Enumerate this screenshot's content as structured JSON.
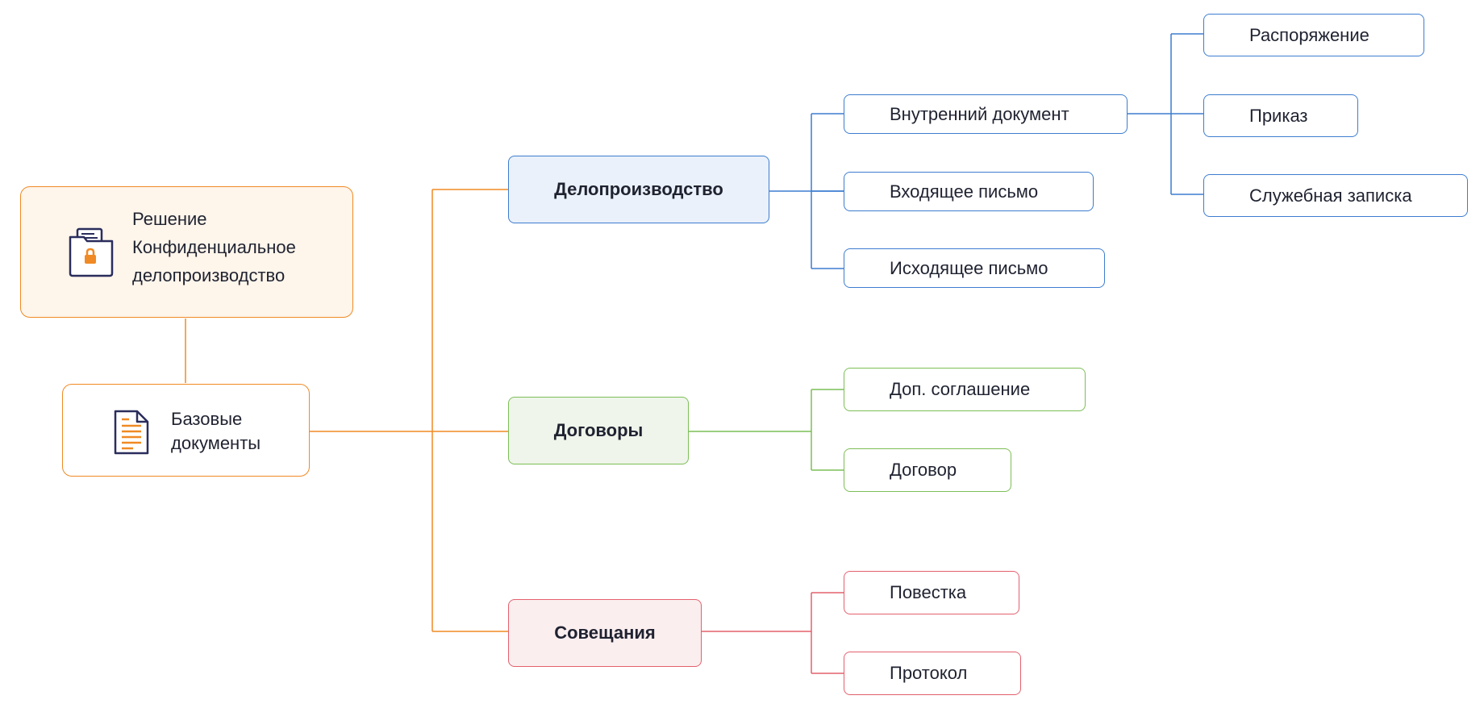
{
  "colors": {
    "orange": "#f08a24",
    "blue": "#3d7dd0",
    "green": "#7cbf56",
    "red": "#e4606d",
    "navy": "#2a2d5c"
  },
  "solution": {
    "lines": [
      "Решение",
      "Конфиденциальное",
      "делопроизводство"
    ],
    "icon": "locked-folder-icon"
  },
  "base": {
    "lines": [
      "Базовые",
      "документы"
    ],
    "icon": "document-icon"
  },
  "categories": [
    {
      "label": "Делопроизводство",
      "color": "blue",
      "children": [
        {
          "label": "Внутренний документ",
          "children": [
            "Распоряжение",
            "Приказ",
            "Служебная записка"
          ]
        },
        {
          "label": "Входящее письмо"
        },
        {
          "label": "Исходящее письмо"
        }
      ]
    },
    {
      "label": "Договоры",
      "color": "green",
      "children": [
        {
          "label": "Доп. соглашение"
        },
        {
          "label": "Договор"
        }
      ]
    },
    {
      "label": "Совещания",
      "color": "red",
      "children": [
        {
          "label": "Повестка"
        },
        {
          "label": "Протокол"
        }
      ]
    }
  ]
}
